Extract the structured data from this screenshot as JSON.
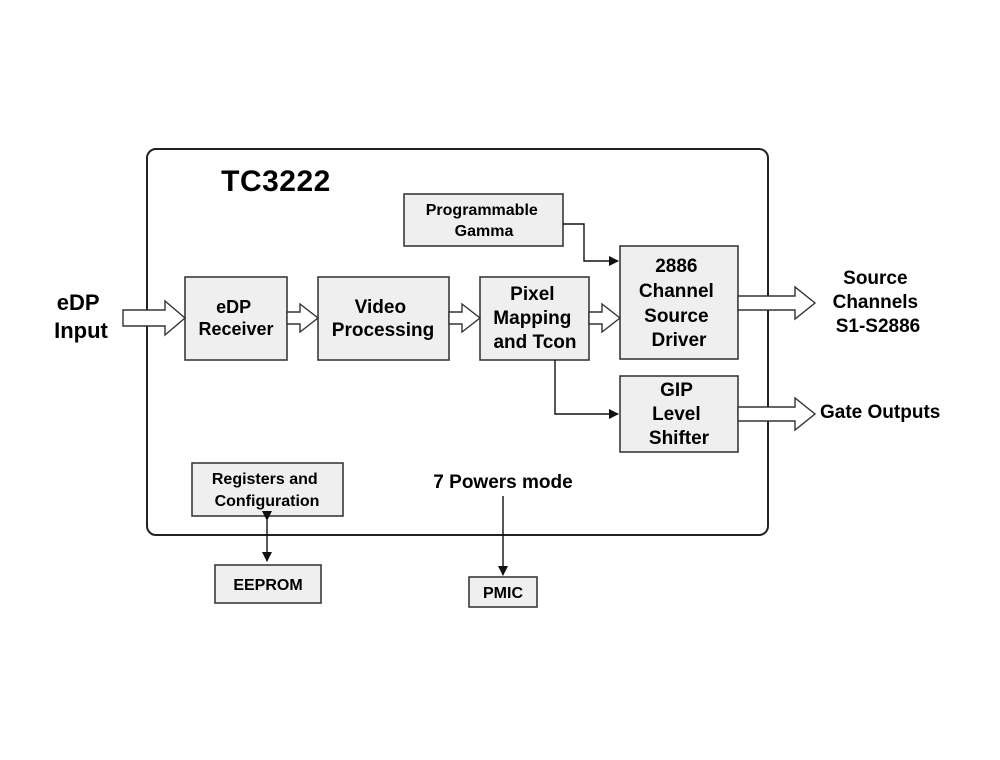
{
  "chip": {
    "title": "TC3222"
  },
  "blocks": {
    "programmable_gamma": [
      "Programmable",
      "Gamma"
    ],
    "edp_receiver": [
      "eDP",
      "Receiver"
    ],
    "video_processing": [
      "Video",
      "Processing"
    ],
    "pixel_mapping": [
      "Pixel",
      "Mapping",
      "and Tcon"
    ],
    "source_driver": [
      "2886",
      "Channel",
      "Source",
      "Driver"
    ],
    "gip_level_shifter": [
      "GIP",
      "Level",
      "Shifter"
    ],
    "registers_config": [
      "Registers and",
      "Configuration"
    ],
    "eeprom": [
      "EEPROM"
    ],
    "pmic": [
      "PMIC"
    ]
  },
  "external": {
    "edp_input": [
      "eDP",
      "Input"
    ],
    "source_channels": [
      "Source",
      "Channels",
      "S1-S2886"
    ],
    "gate_outputs": [
      "Gate Outputs"
    ],
    "powers_mode": "7 Powers mode"
  }
}
